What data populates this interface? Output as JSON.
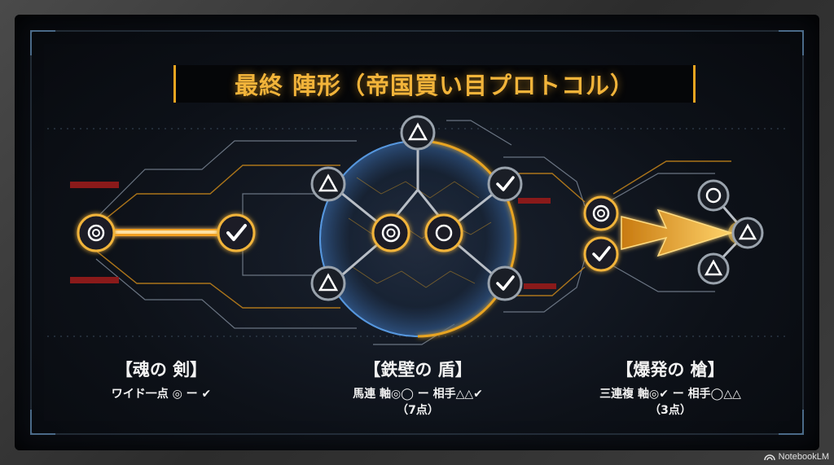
{
  "title": "最終 陣形（帝国買い目プロトコル）",
  "groups": [
    {
      "heading": "【魂の 剣】",
      "lines": [
        "ワイド一点 ◎ ー ✔"
      ]
    },
    {
      "heading": "【鉄壁の 盾】",
      "lines": [
        "馬連 軸◎◯ ー 相手△△✔",
        "（7点）"
      ]
    },
    {
      "heading": "【爆発の 槍】",
      "lines": [
        "三連複 軸◎✔ ー 相手◯△△",
        "（3点）"
      ]
    }
  ],
  "footer": {
    "brand": "NotebookLM",
    "icon": "notebooklm-logo-icon"
  },
  "colors": {
    "accent": "#f2b43a",
    "glow": "#e8a420",
    "blue": "#4a8fd8",
    "node_bg": "#1a1e26",
    "node_ring": "#9aa3ad"
  }
}
